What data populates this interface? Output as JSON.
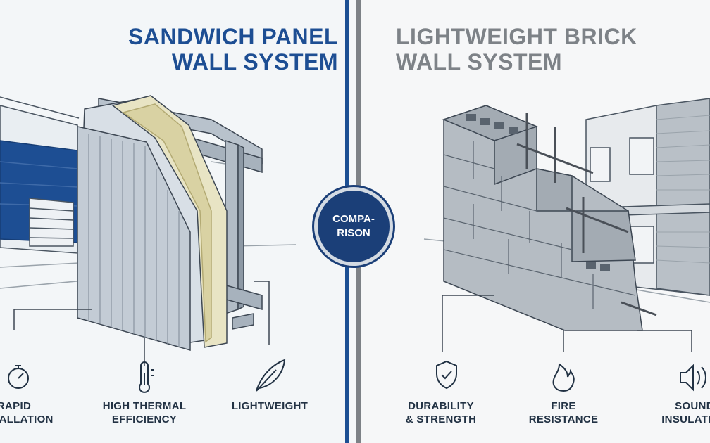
{
  "left_panel": {
    "title_line1": "SANDWICH PANEL",
    "title_line2": "WALL SYSTEM",
    "features": [
      {
        "line1": "RAPID",
        "line2": "INSTALLATION",
        "icon": "stopwatch-icon"
      },
      {
        "line1": "HIGH THERMAL",
        "line2": "EFFICIENCY",
        "icon": "thermometer-icon"
      },
      {
        "line1": "LIGHTWEIGHT",
        "line2": "",
        "icon": "feather-icon"
      }
    ]
  },
  "right_panel": {
    "title_line1": "LIGHTWEIGHT BRICK",
    "title_line2": "WALL SYSTEM",
    "features": [
      {
        "line1": "DURABILITY",
        "line2": "& STRENGTH",
        "icon": "shield-check-icon"
      },
      {
        "line1": "FIRE",
        "line2": "RESISTANCE",
        "icon": "flame-icon"
      },
      {
        "line1": "SOUND",
        "line2": "INSULATION",
        "icon": "speaker-icon"
      }
    ]
  },
  "center_badge": {
    "line1": "COMPA-",
    "line2": "RISON"
  },
  "colors": {
    "brand_blue": "#1d4e93",
    "slate_gray": "#7d8287",
    "badge_navy": "#1b3f78"
  }
}
